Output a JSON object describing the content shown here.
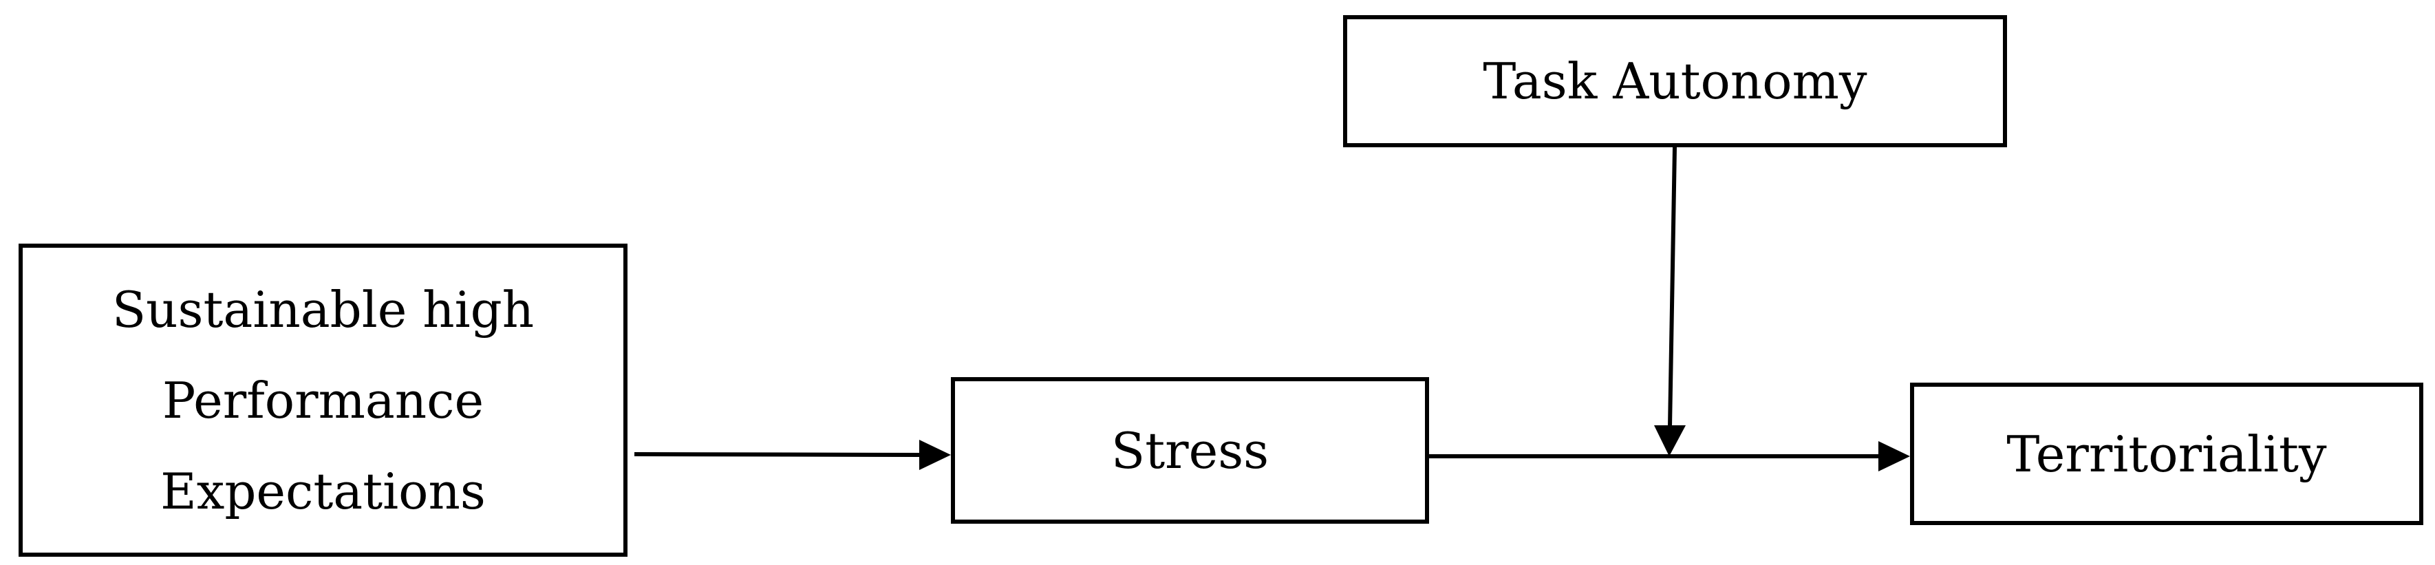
{
  "diagram": {
    "nodes": {
      "predictor": {
        "lines": [
          "Sustainable high",
          "Performance",
          "Expectations"
        ]
      },
      "mediator": {
        "label": "Stress"
      },
      "outcome": {
        "label": "Territoriality"
      },
      "moderator": {
        "label": "Task Autonomy"
      }
    },
    "edges": [
      {
        "from": "predictor",
        "to": "mediator",
        "type": "arrow"
      },
      {
        "from": "mediator",
        "to": "outcome",
        "type": "arrow"
      },
      {
        "from": "moderator",
        "to": "mediator-outcome-path",
        "type": "moderation-arrow"
      }
    ],
    "colors": {
      "stroke": "#000000",
      "fill": "#ffffff",
      "text": "#000000"
    }
  }
}
